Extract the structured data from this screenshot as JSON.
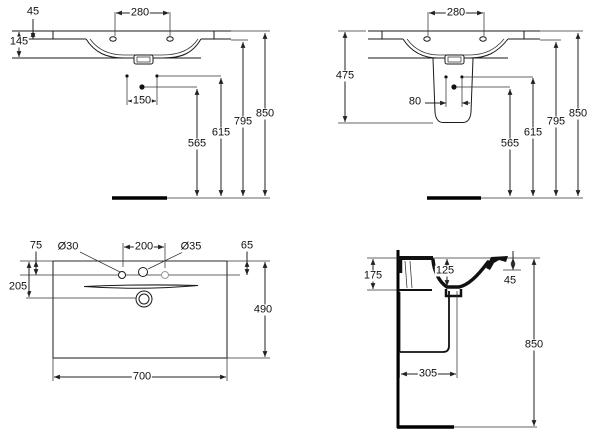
{
  "dims": {
    "front_a": {
      "rim_offset_45": "45",
      "tap_spacing_280": "280",
      "basin_height_145": "145",
      "bolt_spacing_150": "150",
      "drain_height_565": "565",
      "bolt_height_615": "615",
      "underside_height_795": "795",
      "rim_height_850": "850"
    },
    "front_b": {
      "tap_spacing_280": "280",
      "pedestal_height_475": "475",
      "bolt_spacing_80": "80",
      "drain_height_565": "565",
      "bolt_height_615": "615",
      "underside_height_795": "795",
      "rim_height_850": "850"
    },
    "plan": {
      "offset_75": "75",
      "hole_dia_30": "Ø30",
      "hole_spacing_200": "200",
      "hole_dia_35": "Ø35",
      "offset_65": "65",
      "overflow_offset_205": "205",
      "depth_490": "490",
      "width_700": "700"
    },
    "section": {
      "fixing_depth_175": "175",
      "bowl_depth_125": "125",
      "rim_thickness_45": "45",
      "height_850": "850",
      "pedestal_depth_305": "305"
    }
  }
}
